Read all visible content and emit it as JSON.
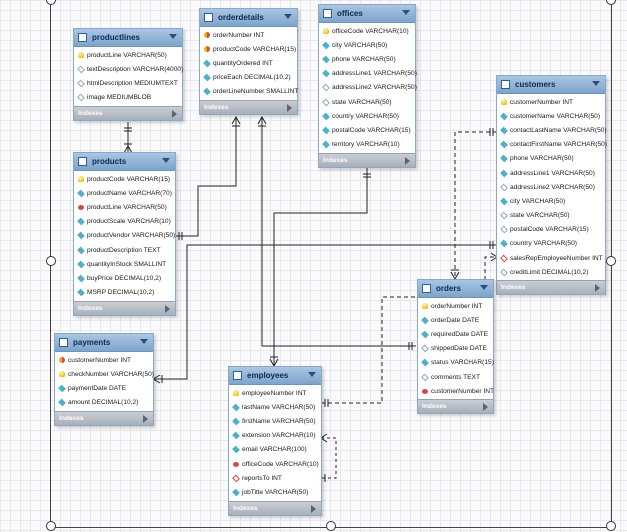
{
  "tables": {
    "productlines": {
      "name": "productlines",
      "columns": [
        {
          "label": "productLine VARCHAR(50)",
          "icon": "primary-key-icon"
        },
        {
          "label": "textDescription VARCHAR(4000)",
          "icon": "nullable-column-icon"
        },
        {
          "label": "htmlDescription MEDIUMTEXT",
          "icon": "nullable-column-icon"
        },
        {
          "label": "image MEDIUMBLOB",
          "icon": "nullable-column-icon"
        }
      ],
      "indexes": "Indexes"
    },
    "orderdetails": {
      "name": "orderdetails",
      "columns": [
        {
          "label": "orderNumber INT",
          "icon": "primary-foreign-key-icon"
        },
        {
          "label": "productCode VARCHAR(15)",
          "icon": "primary-foreign-key-icon"
        },
        {
          "label": "quantityOrdered INT",
          "icon": "column-icon"
        },
        {
          "label": "priceEach DECIMAL(10,2)",
          "icon": "column-icon"
        },
        {
          "label": "orderLineNumber SMALLINT",
          "icon": "column-icon"
        }
      ],
      "indexes": "Indexes"
    },
    "offices": {
      "name": "offices",
      "columns": [
        {
          "label": "officeCode VARCHAR(10)",
          "icon": "primary-key-icon"
        },
        {
          "label": "city VARCHAR(50)",
          "icon": "column-icon"
        },
        {
          "label": "phone VARCHAR(50)",
          "icon": "column-icon"
        },
        {
          "label": "addressLine1 VARCHAR(50)",
          "icon": "column-icon"
        },
        {
          "label": "addressLine2 VARCHAR(50)",
          "icon": "nullable-column-icon"
        },
        {
          "label": "state VARCHAR(50)",
          "icon": "nullable-column-icon"
        },
        {
          "label": "country VARCHAR(50)",
          "icon": "column-icon"
        },
        {
          "label": "postalCode VARCHAR(15)",
          "icon": "column-icon"
        },
        {
          "label": "territory VARCHAR(10)",
          "icon": "column-icon"
        }
      ],
      "indexes": "Indexes"
    },
    "customers": {
      "name": "customers",
      "columns": [
        {
          "label": "customerNumber INT",
          "icon": "primary-key-icon"
        },
        {
          "label": "customerName VARCHAR(50)",
          "icon": "column-icon"
        },
        {
          "label": "contactLastName VARCHAR(50)",
          "icon": "column-icon"
        },
        {
          "label": "contactFirstName VARCHAR(50)",
          "icon": "column-icon"
        },
        {
          "label": "phone VARCHAR(50)",
          "icon": "column-icon"
        },
        {
          "label": "addressLine1 VARCHAR(50)",
          "icon": "column-icon"
        },
        {
          "label": "addressLine2 VARCHAR(50)",
          "icon": "nullable-column-icon"
        },
        {
          "label": "city VARCHAR(50)",
          "icon": "column-icon"
        },
        {
          "label": "state VARCHAR(50)",
          "icon": "nullable-column-icon"
        },
        {
          "label": "postalCode VARCHAR(15)",
          "icon": "nullable-column-icon"
        },
        {
          "label": "country VARCHAR(50)",
          "icon": "column-icon"
        },
        {
          "label": "salesRepEmployeeNumber INT",
          "icon": "nullable-foreign-key-icon"
        },
        {
          "label": "creditLimit DECIMAL(10,2)",
          "icon": "nullable-column-icon"
        }
      ],
      "indexes": "Indexes"
    },
    "products": {
      "name": "products",
      "columns": [
        {
          "label": "productCode VARCHAR(15)",
          "icon": "primary-key-icon"
        },
        {
          "label": "productName VARCHAR(70)",
          "icon": "column-icon"
        },
        {
          "label": "productLine VARCHAR(50)",
          "icon": "foreign-key-icon"
        },
        {
          "label": "productScale VARCHAR(10)",
          "icon": "column-icon"
        },
        {
          "label": "productVendor VARCHAR(50)",
          "icon": "column-icon"
        },
        {
          "label": "productDescription TEXT",
          "icon": "column-icon"
        },
        {
          "label": "quantityInStock SMALLINT",
          "icon": "column-icon"
        },
        {
          "label": "buyPrice DECIMAL(10,2)",
          "icon": "column-icon"
        },
        {
          "label": "MSRP DECIMAL(10,2)",
          "icon": "column-icon"
        }
      ],
      "indexes": "Indexes"
    },
    "orders": {
      "name": "orders",
      "columns": [
        {
          "label": "orderNumber INT",
          "icon": "primary-key-icon"
        },
        {
          "label": "orderDate DATE",
          "icon": "column-icon"
        },
        {
          "label": "requiredDate DATE",
          "icon": "column-icon"
        },
        {
          "label": "shippedDate DATE",
          "icon": "nullable-column-icon"
        },
        {
          "label": "status VARCHAR(15)",
          "icon": "column-icon"
        },
        {
          "label": "comments TEXT",
          "icon": "nullable-column-icon"
        },
        {
          "label": "customerNumber INT",
          "icon": "foreign-key-icon"
        }
      ],
      "indexes": "Indexes"
    },
    "payments": {
      "name": "payments",
      "columns": [
        {
          "label": "customerNumber INT",
          "icon": "primary-foreign-key-icon"
        },
        {
          "label": "checkNumber VARCHAR(50)",
          "icon": "primary-key-icon"
        },
        {
          "label": "paymentDate DATE",
          "icon": "column-icon"
        },
        {
          "label": "amount DECIMAL(10,2)",
          "icon": "column-icon"
        }
      ],
      "indexes": "Indexes"
    },
    "employees": {
      "name": "employees",
      "columns": [
        {
          "label": "employeeNumber INT",
          "icon": "primary-key-icon"
        },
        {
          "label": "lastName VARCHAR(50)",
          "icon": "column-icon"
        },
        {
          "label": "firstName VARCHAR(50)",
          "icon": "column-icon"
        },
        {
          "label": "extension VARCHAR(10)",
          "icon": "column-icon"
        },
        {
          "label": "email VARCHAR(100)",
          "icon": "column-icon"
        },
        {
          "label": "officeCode VARCHAR(10)",
          "icon": "foreign-key-icon"
        },
        {
          "label": "reportsTo INT",
          "icon": "nullable-foreign-key-icon"
        },
        {
          "label": "jobTitle VARCHAR(50)",
          "icon": "column-icon"
        }
      ],
      "indexes": "Indexes"
    }
  },
  "colors": {
    "header": "#8fb4d8",
    "line": "#222222",
    "grid": "#e6e8ee"
  }
}
